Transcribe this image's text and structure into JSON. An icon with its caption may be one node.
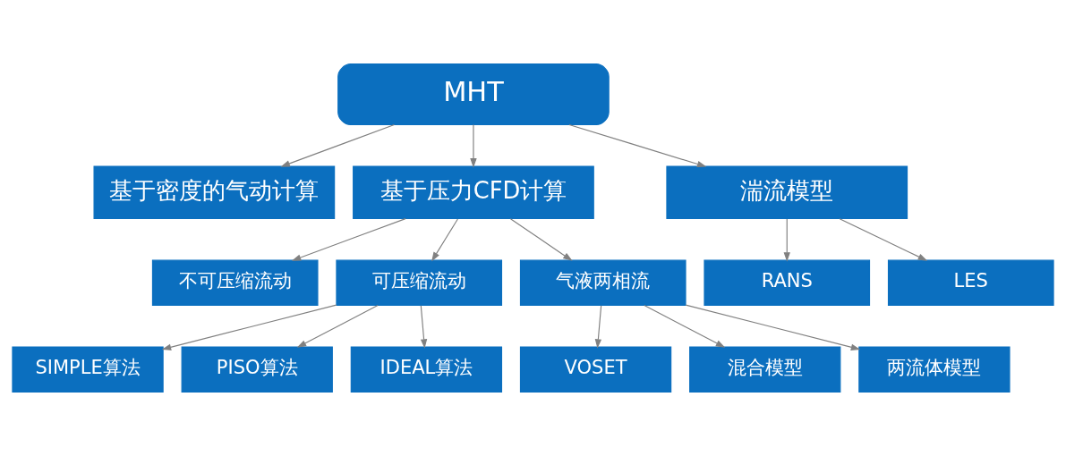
{
  "diagram": {
    "nodes": [
      {
        "text": [
          "MHT"
        ]
      },
      {
        "text": [
          "基于密度的气动计算"
        ]
      },
      {
        "text": [
          "基于压力CFD计算"
        ]
      },
      {
        "text": [
          "湍流模型"
        ]
      },
      {
        "text": [
          "不可压缩流动"
        ]
      },
      {
        "text": [
          "可压缩流动"
        ]
      },
      {
        "text": [
          "气液两相流"
        ]
      },
      {
        "text": [
          "RANS"
        ]
      },
      {
        "text": [
          "LES"
        ]
      },
      {
        "text": [
          "SIMPLE算法"
        ]
      },
      {
        "text": [
          "PISO算法"
        ]
      },
      {
        "text": [
          "IDEAL算法"
        ]
      },
      {
        "text": [
          "VOSET"
        ]
      },
      {
        "text": [
          "混合模型"
        ]
      },
      {
        "text": [
          "两流体模型"
        ]
      }
    ],
    "edges": [
      {
        "from": 0,
        "to": 1,
        "arrow": "to"
      },
      {
        "from": 0,
        "to": 2,
        "arrow": "to"
      },
      {
        "from": 0,
        "to": 3,
        "arrow": "to"
      },
      {
        "from": 2,
        "to": 4,
        "arrow": "to"
      },
      {
        "from": 2,
        "to": 5,
        "arrow": "to"
      },
      {
        "from": 2,
        "to": 6,
        "arrow": "to"
      },
      {
        "from": 3,
        "to": 7,
        "arrow": "to"
      },
      {
        "from": 3,
        "to": 8,
        "arrow": "to"
      },
      {
        "from": 5,
        "to": 9,
        "arrow": "to"
      },
      {
        "from": 5,
        "to": 10,
        "arrow": "to"
      },
      {
        "from": 5,
        "to": 11,
        "arrow": "to"
      },
      {
        "from": 6,
        "to": 12,
        "arrow": "to"
      },
      {
        "from": 6,
        "to": 13,
        "arrow": "to"
      },
      {
        "from": 6,
        "to": 14,
        "arrow": "to"
      }
    ]
  }
}
